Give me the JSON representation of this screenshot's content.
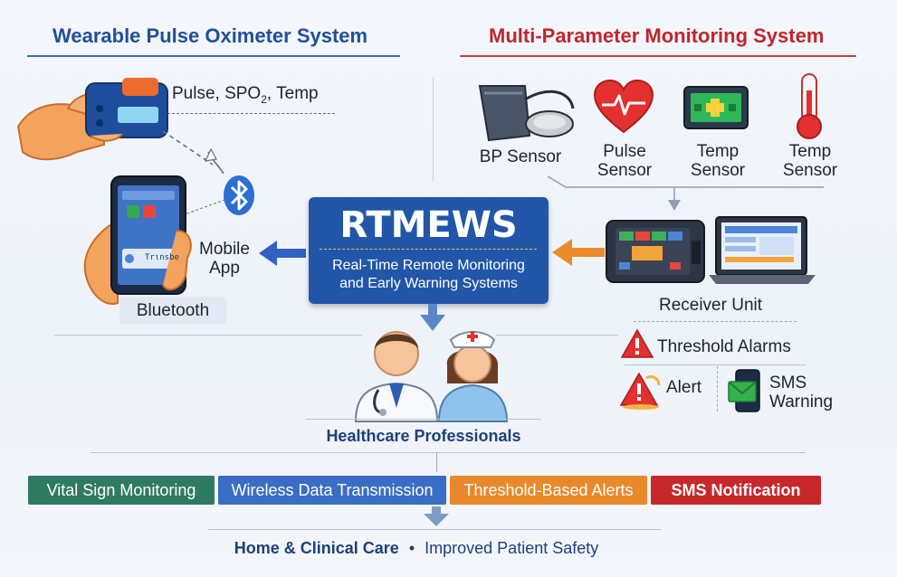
{
  "left_section": {
    "title": "Wearable Pulse Oximeter System"
  },
  "right_section": {
    "title": "Multi-Parameter Monitoring System"
  },
  "oximeter": {
    "label_main": "Pulse, SPO",
    "label_sub": "2",
    "label_rest": ", Temp"
  },
  "mobile_app": {
    "label_line1": "Mobile",
    "label_line2": "App",
    "screen_text": "Trιnsbe"
  },
  "bluetooth": {
    "label": "Bluetooth"
  },
  "rtmews": {
    "title": "RTMEWS",
    "subtitle_line1": "Real-Time Remote Monitoring",
    "subtitle_line2": "and Early Warning Systems"
  },
  "sensors": [
    {
      "line1": "BP Sensor",
      "line2": ""
    },
    {
      "line1": "Pulse",
      "line2": "Sensor"
    },
    {
      "line1": "Temp",
      "line2": "Sensor"
    },
    {
      "line1": "Temp",
      "line2": "Sensor"
    }
  ],
  "receiver": {
    "label": "Receiver Unit"
  },
  "alarms": {
    "threshold": "Threshold Alarms",
    "alert": "Alert",
    "sms_line1": "SMS",
    "sms_line2": "Warning"
  },
  "professionals": {
    "label": "Healthcare Professionals"
  },
  "features": [
    {
      "label": "Vital Sign Monitoring",
      "color": "#2f7a62"
    },
    {
      "label": "Wireless Data Transmission",
      "color": "#3a6dc4"
    },
    {
      "label": "Threshold-Based Alerts",
      "color": "#e8892c"
    },
    {
      "label": "SMS Notification",
      "color": "#c8282c"
    }
  ],
  "footer": {
    "part1": "Home & Clinical Care",
    "separator": "•",
    "part2": "Improved Patient Safety"
  },
  "colors": {
    "left_title": "#1f4f9a",
    "right_title": "#c0262a",
    "rtmews_box": "#2256a8",
    "arrow_blue": "#2f62c2",
    "arrow_orange": "#ec8a2e"
  }
}
